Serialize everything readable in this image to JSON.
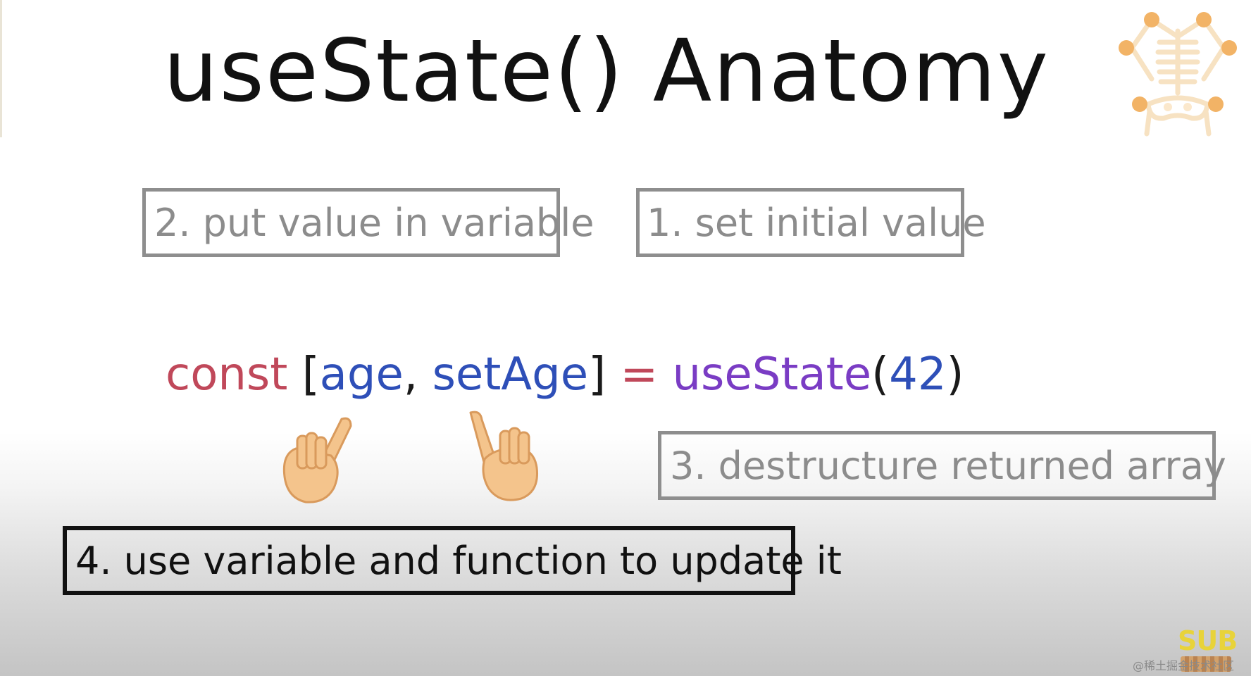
{
  "title": "useState() Anatomy",
  "labels": {
    "step1": "1. set initial value",
    "step2": "2. put value in variable",
    "step3": "3. destructure returned array",
    "step4": "4. use variable and function to update it"
  },
  "code": {
    "keyword": "const",
    "bracket_open": "[",
    "var_name": "age",
    "comma": ",",
    "setter_name": "setAge",
    "bracket_close": "]",
    "equals": "=",
    "hook_name": "useState",
    "paren_open": "(",
    "initial_value": "42",
    "paren_close": ")"
  },
  "colors": {
    "keyword": "#c0485a",
    "variable": "#2e4fb8",
    "hook": "#7a3cc4",
    "punctuation": "#1a1a1a",
    "grey_box": "#8e8e8e",
    "black_box": "#111111",
    "logo_accent": "#f2b366",
    "hand_skin": "#f4c48c"
  },
  "icons": {
    "left_hand": "pointing-up-right-hand-icon",
    "right_hand": "pointing-up-left-hand-icon",
    "logo": "skeleton-logo-icon"
  },
  "badge": {
    "sub": "SUB"
  },
  "watermark": "@稀土掘金技术社区"
}
